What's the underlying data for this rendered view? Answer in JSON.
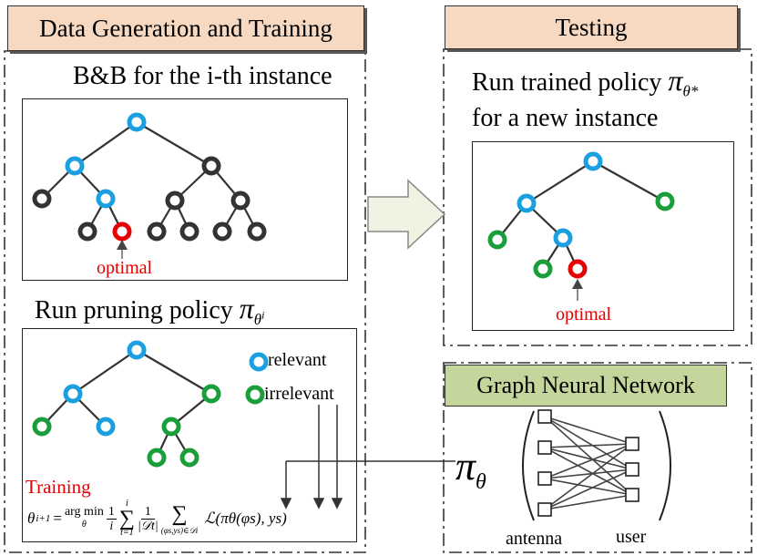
{
  "left": {
    "header": "Data Generation and Training",
    "bb_title": "B&B for the i-th instance",
    "optimal_label": "optimal",
    "pruning_title": "Run pruning policy",
    "pruning_symbol": "π",
    "pruning_sub": "θ",
    "pruning_sup": "i",
    "legend_relevant": "relevant",
    "legend_irrelevant": "irrelevant",
    "training_label": "Training",
    "formula": {
      "lhs_theta": "θ",
      "lhs_sup": "i+1",
      "eq": "=",
      "argmin": "arg min",
      "argmin_sub": "θ",
      "frac1_num": "1",
      "frac1_den": "i",
      "sum1_top": "i",
      "sum1_bot": "t=1",
      "frac2_num": "1",
      "frac2_den": "|𝒟t|",
      "sum2_bot": "(φs,ys)∈𝒟i",
      "loss": "ℒ(πθ(φs), ys)"
    }
  },
  "right": {
    "header": "Testing",
    "title_line1": "Run trained policy",
    "title_symbol": "π",
    "title_sub": "θ*",
    "title_line2": "for a new instance",
    "optimal_label": "optimal"
  },
  "gnn": {
    "header": "Graph Neural Network",
    "symbol": "π",
    "symbol_sub": "θ",
    "antenna_label": "antenna",
    "user_label": "user"
  },
  "colors": {
    "header_bg": "#f7d9c2",
    "gnn_header_bg": "#c4d69b",
    "blue_node": "#1aa0e0",
    "dark_node": "#333333",
    "red_node": "#e60000",
    "green_node": "#1a9e3a",
    "arrow_fill": "#eef3e2"
  }
}
